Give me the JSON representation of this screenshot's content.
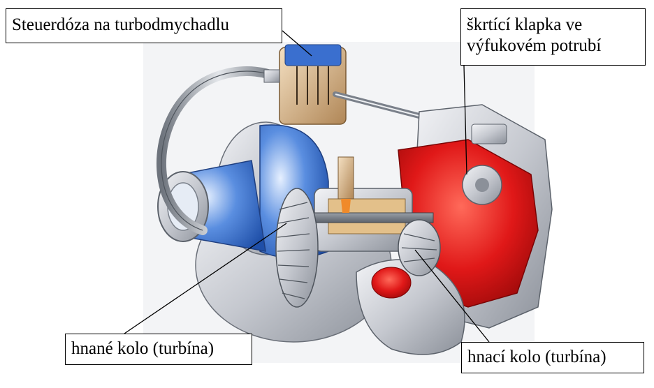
{
  "labels": {
    "wastegate_actuator": "Steuerdóza na turbodmychadlu",
    "exhaust_flap": "škrtící klapka ve\nvýfukovém potrubí",
    "driven_wheel": "hnané kolo (turbína)",
    "driving_wheel": "hnací kolo (turbína)"
  },
  "colors": {
    "exhaust_housing": "#d81818",
    "intake_housing": "#2f6fd0",
    "metal": "#b8bcc4",
    "brass": "#d8b890"
  }
}
